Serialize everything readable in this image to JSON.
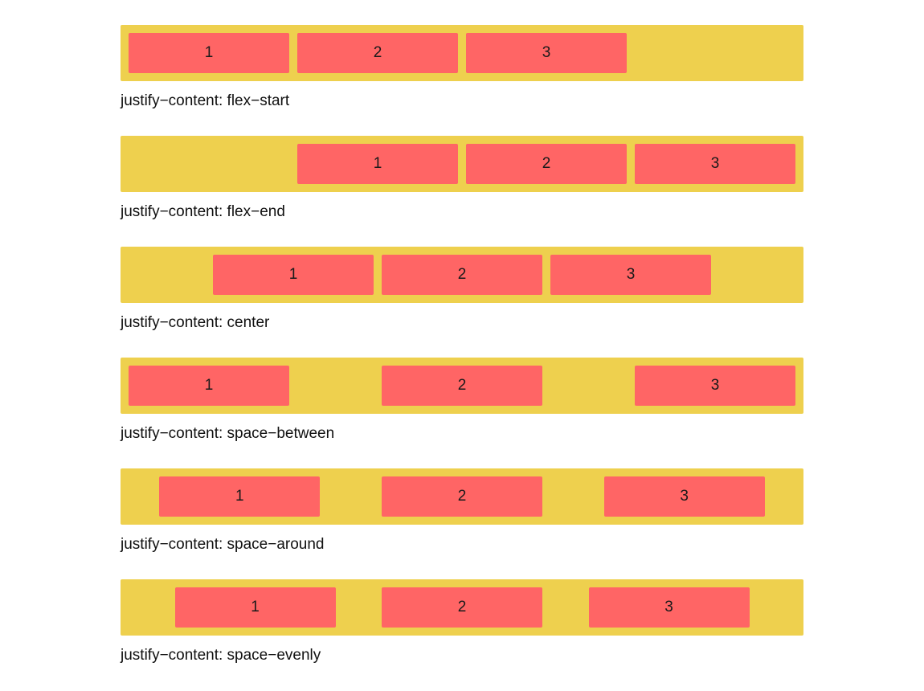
{
  "colors": {
    "container_bg": "#eed04e",
    "item_bg": "#ff6565",
    "text": "#111111"
  },
  "demos": [
    {
      "caption": "justify−content: flex−start",
      "items": [
        "1",
        "2",
        "3"
      ]
    },
    {
      "caption": "justify−content: flex−end",
      "items": [
        "1",
        "2",
        "3"
      ]
    },
    {
      "caption": "justify−content: center",
      "items": [
        "1",
        "2",
        "3"
      ]
    },
    {
      "caption": "justify−content: space−between",
      "items": [
        "1",
        "2",
        "3"
      ]
    },
    {
      "caption": "justify−content: space−around",
      "items": [
        "1",
        "2",
        "3"
      ]
    },
    {
      "caption": "justify−content: space−evenly",
      "items": [
        "1",
        "2",
        "3"
      ]
    }
  ]
}
